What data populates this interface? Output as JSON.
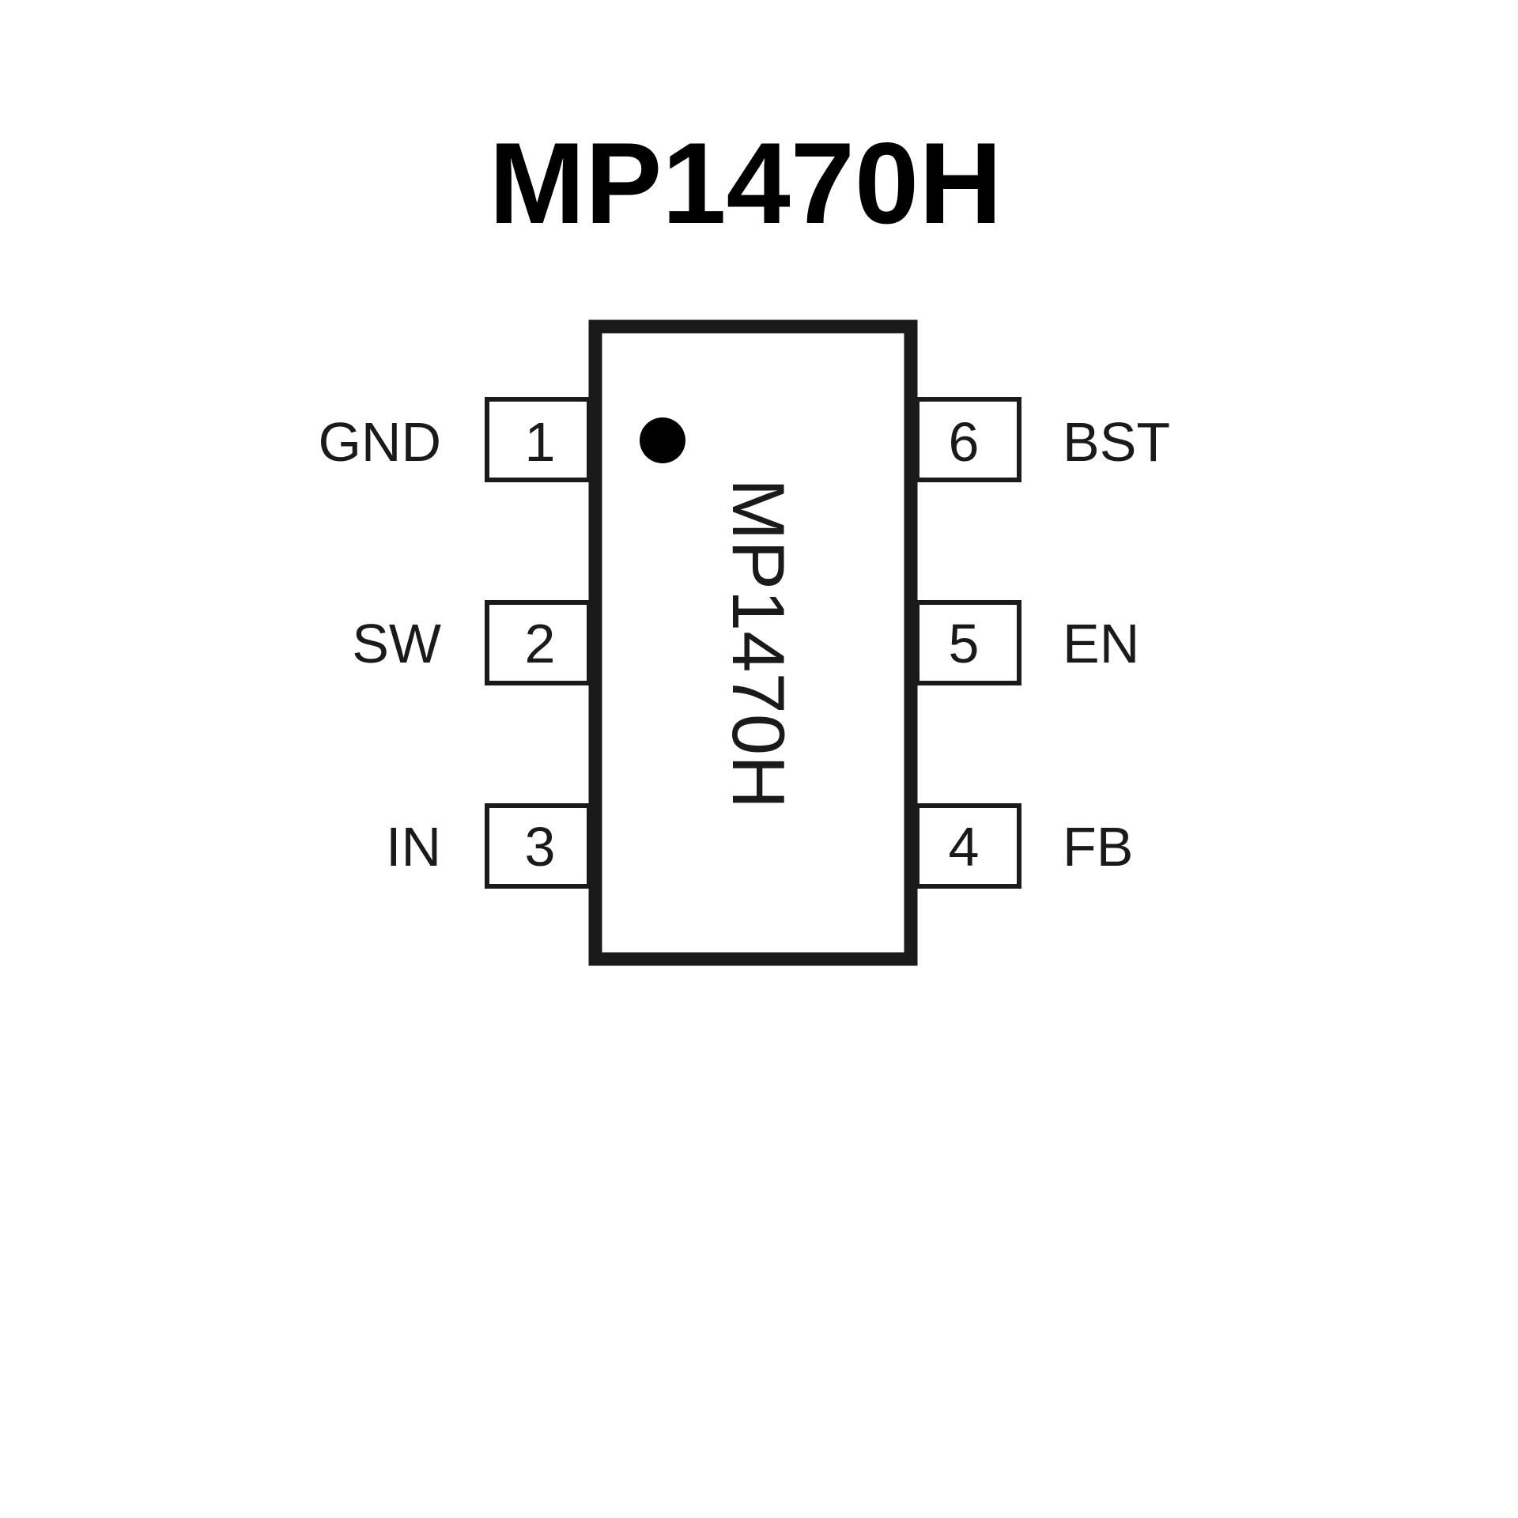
{
  "title": "MP1470H",
  "package_marking": "MP1470H",
  "pins": {
    "left": [
      {
        "number": "1",
        "name": "GND"
      },
      {
        "number": "2",
        "name": "SW"
      },
      {
        "number": "3",
        "name": "IN"
      }
    ],
    "right": [
      {
        "number": "6",
        "name": "BST"
      },
      {
        "number": "5",
        "name": "EN"
      },
      {
        "number": "4",
        "name": "FB"
      }
    ]
  }
}
